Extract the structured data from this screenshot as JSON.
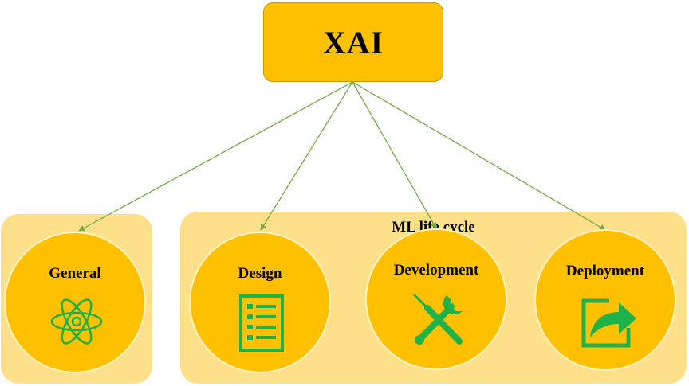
{
  "root": {
    "label": "XAI"
  },
  "groups": {
    "ml_title": "ML life cycle"
  },
  "nodes": {
    "general": {
      "label": "General",
      "icon": "atom-icon"
    },
    "design": {
      "label": "Design",
      "icon": "checklist-icon"
    },
    "development": {
      "label": "Development",
      "icon": "wrench-screwdriver-icon"
    },
    "deployment": {
      "label": "Deployment",
      "icon": "share-arrow-icon"
    }
  },
  "colors": {
    "node_fill": "#FFC000",
    "panel_fill": "#FFE08A",
    "icon": "#1DB34A",
    "connector": "#70AD47"
  }
}
